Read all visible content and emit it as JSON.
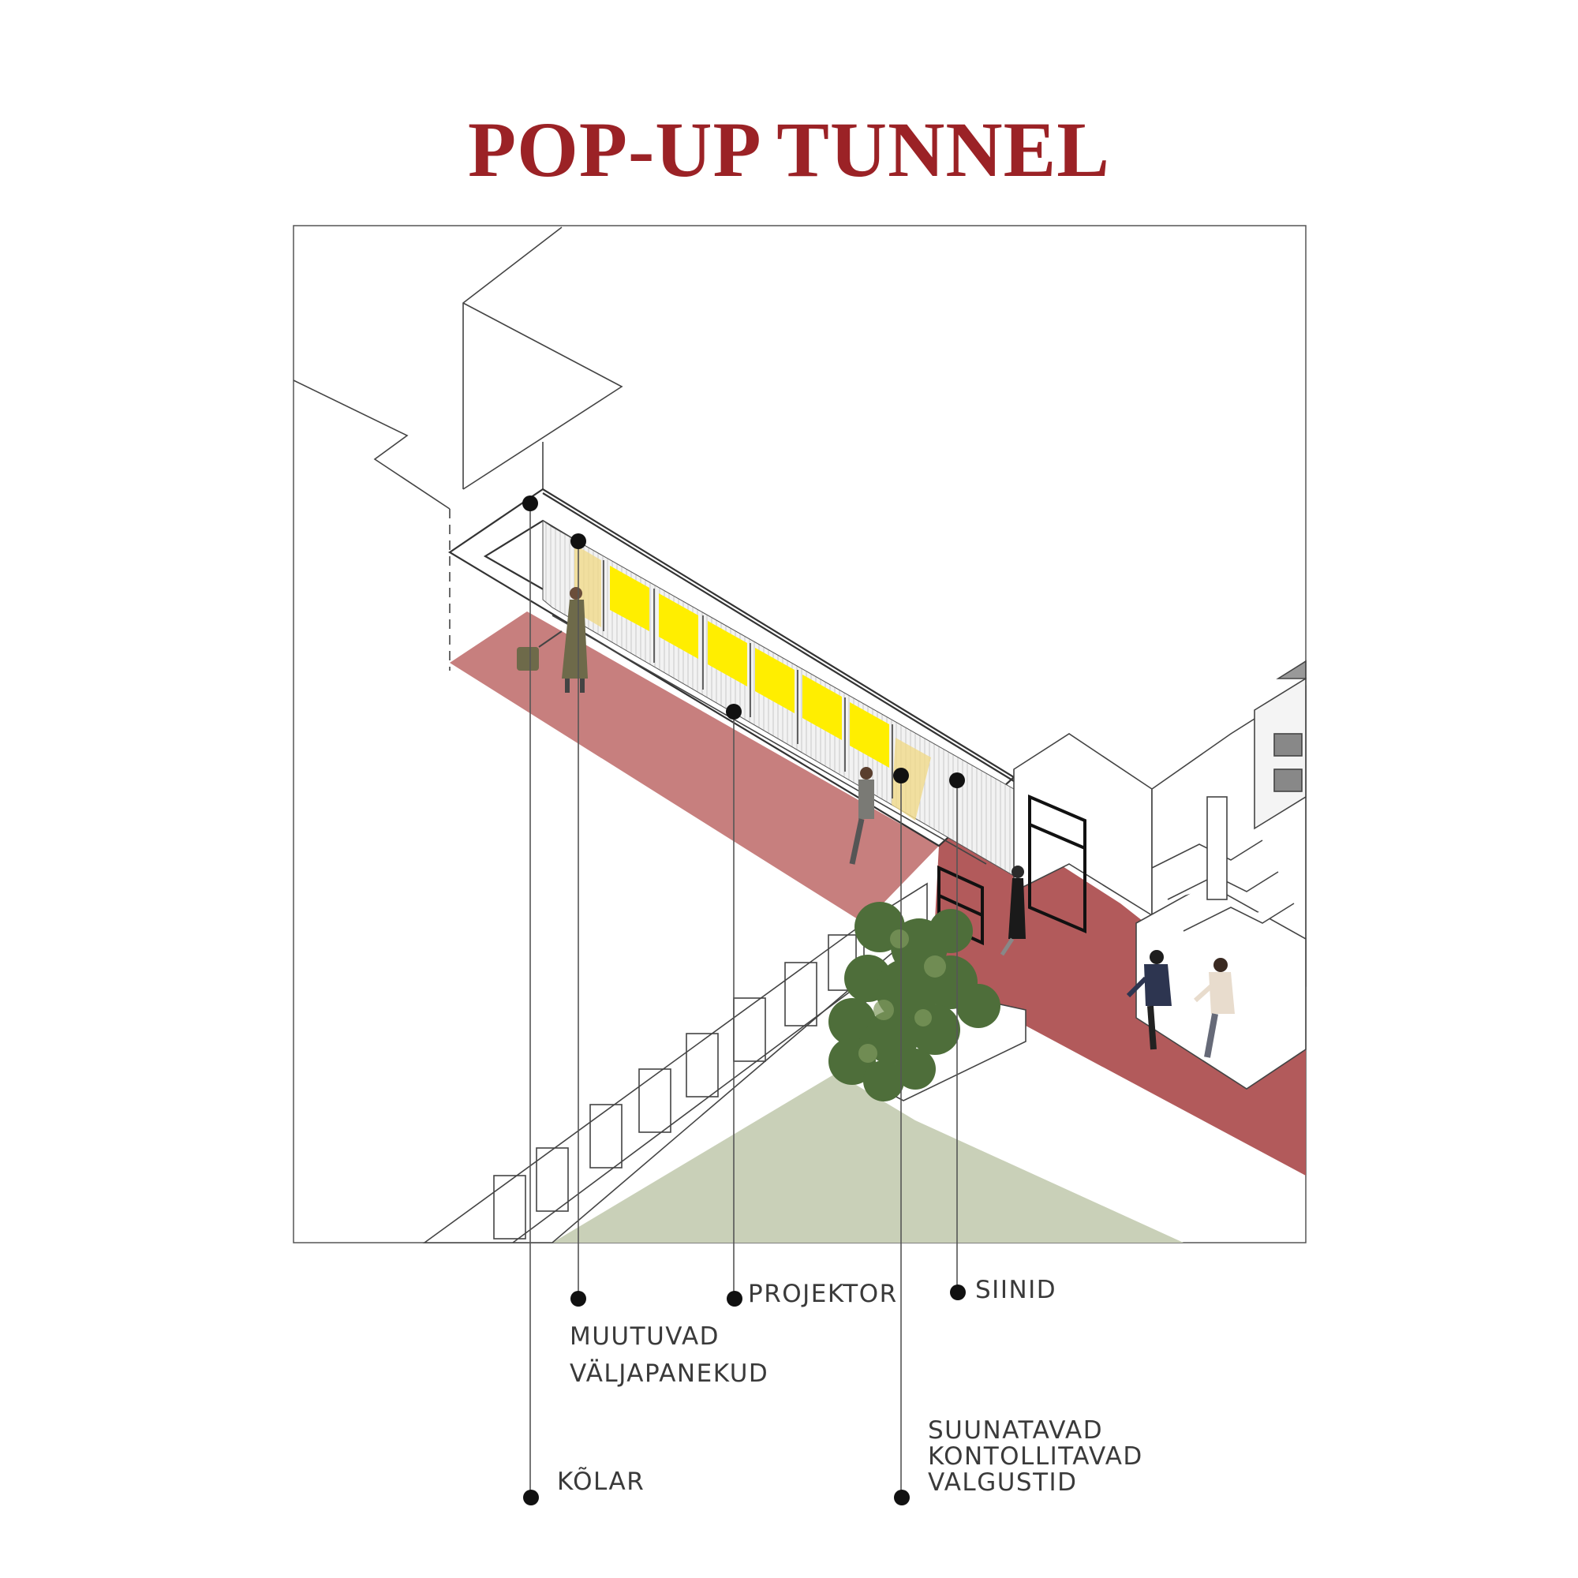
{
  "title": "POP-UP TUNNEL",
  "colors": {
    "title": "#9b2226",
    "floor_light": "#c77f7e",
    "floor_dark": "#b25a5b",
    "display_yellow": "#ffee00",
    "grass": "#c9d0b8",
    "foliage": "#4e6e3a",
    "line": "#333333",
    "label_text": "#3a3a3a"
  },
  "labels": {
    "speakers": "KÕLAR",
    "exhibits_1": "MUUTUVAD",
    "exhibits_2": "VÄLJAPANEKUD",
    "projector": "PROJEKTOR",
    "banners": "SIINID",
    "lights_1": "SUUNATAVAD",
    "lights_2": "KONTOLLITAVAD",
    "lights_3": "VALGUSTID"
  },
  "icons": {
    "callout_marker": "filled-circle",
    "people": "person-silhouette",
    "plants": "shrub"
  }
}
